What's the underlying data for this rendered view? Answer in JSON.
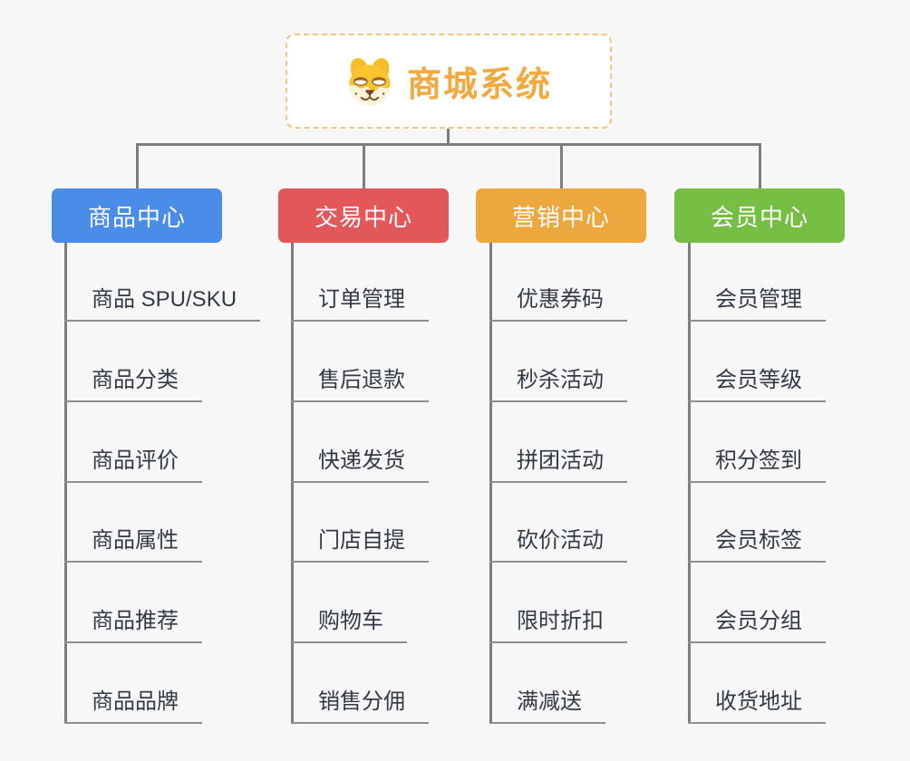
{
  "canvas": {
    "background": "#f7f7f7",
    "connector_color": "#7d7d7d",
    "underline_color": "#8f8f8f",
    "leaf_text_color": "#333a44"
  },
  "root": {
    "title": "商城系统",
    "icon": "shiba-dog-icon",
    "title_color": "#f2a93e",
    "border_color": "#f6c579",
    "background": "#ffffff"
  },
  "branches": [
    {
      "label": "商品中心",
      "color": "#4a8de9",
      "children": [
        "商品 SPU/SKU",
        "商品分类",
        "商品评价",
        "商品属性",
        "商品推荐",
        "商品品牌"
      ]
    },
    {
      "label": "交易中心",
      "color": "#e25757",
      "children": [
        "订单管理",
        "售后退款",
        "快递发货",
        "门店自提",
        "购物车",
        "销售分佣"
      ]
    },
    {
      "label": "营销中心",
      "color": "#eca83e",
      "children": [
        "优惠券码",
        "秒杀活动",
        "拼团活动",
        "砍价活动",
        "限时折扣",
        "满减送"
      ]
    },
    {
      "label": "会员中心",
      "color": "#76bf44",
      "children": [
        "会员管理",
        "会员等级",
        "积分签到",
        "会员标签",
        "会员分组",
        "收货地址"
      ]
    }
  ]
}
